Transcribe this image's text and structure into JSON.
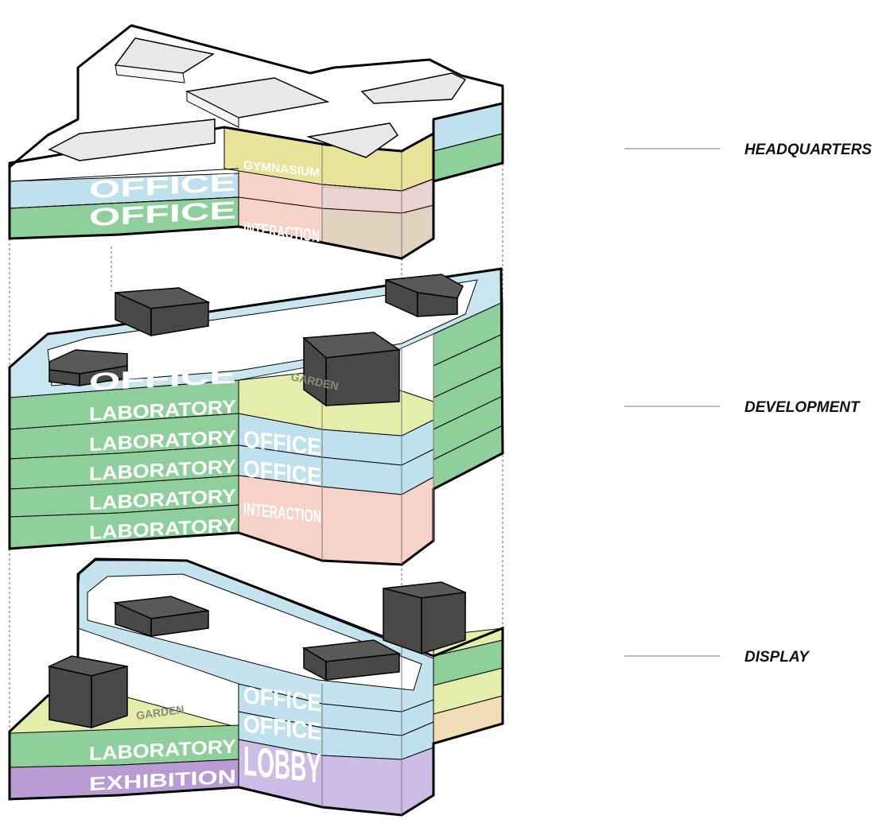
{
  "colors": {
    "office": "#bfe1ee",
    "laboratory": "#8fcf9b",
    "interaction": "#f6d2c8",
    "gymnasium": "#e9e39a",
    "garden": "#e4eeaa",
    "exhibition": "#b79bd2",
    "lobby": "#cdbde6",
    "roof": "#ffffff",
    "volume": "#4a4747"
  },
  "tiers": [
    {
      "title": "HEADQUARTERS",
      "spaces": [
        "OFFICE",
        "OFFICE",
        "INTERACTION",
        "GYMNASIUM"
      ]
    },
    {
      "title": "DEVELOPMENT",
      "spaces": [
        "OFFICE",
        "LABORATORY",
        "LABORATORY",
        "LABORATORY",
        "LABORATORY",
        "LABORATORY",
        "OFFICE",
        "OFFICE",
        "INTERACTION",
        "GARDEN"
      ]
    },
    {
      "title": "DISPLAY",
      "spaces": [
        "OFFICE",
        "OFFICE",
        "LABORATORY",
        "EXHIBITION",
        "LOBBY",
        "GARDEN"
      ]
    }
  ]
}
